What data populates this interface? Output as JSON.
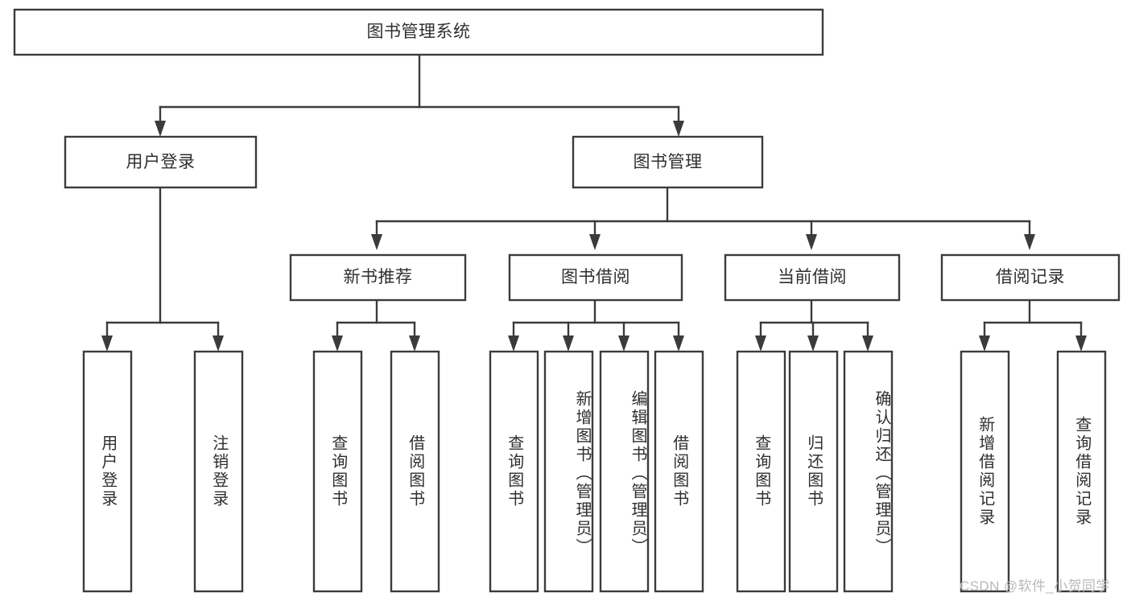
{
  "diagram": {
    "type": "tree-hierarchy-chart",
    "title": "图书管理系统",
    "orientation": "top-down",
    "root": {
      "id": "root",
      "label": "图书管理系统",
      "text_orientation": "horizontal"
    },
    "level2": [
      {
        "id": "user-login",
        "label": "用户登录",
        "text_orientation": "horizontal"
      },
      {
        "id": "book-management",
        "label": "图书管理",
        "text_orientation": "horizontal"
      }
    ],
    "level3": [
      {
        "id": "new-book-recommend",
        "label": "新书推荐",
        "parent": "book-management",
        "text_orientation": "horizontal"
      },
      {
        "id": "book-borrow",
        "label": "图书借阅",
        "parent": "book-management",
        "text_orientation": "horizontal"
      },
      {
        "id": "current-borrow",
        "label": "当前借阅",
        "parent": "book-management",
        "text_orientation": "horizontal"
      },
      {
        "id": "borrow-records",
        "label": "借阅记录",
        "parent": "book-management",
        "text_orientation": "horizontal"
      }
    ],
    "leaves": [
      {
        "id": "leaf-user-login",
        "label": "用户登录",
        "parent": "user-login",
        "text_orientation": "vertical"
      },
      {
        "id": "leaf-logout",
        "label": "注销登录",
        "parent": "user-login",
        "text_orientation": "vertical"
      },
      {
        "id": "leaf-query-book-1",
        "label": "查询图书",
        "parent": "new-book-recommend",
        "text_orientation": "vertical"
      },
      {
        "id": "leaf-borrow-book-1",
        "label": "借阅图书",
        "parent": "new-book-recommend",
        "text_orientation": "vertical"
      },
      {
        "id": "leaf-query-book-2",
        "label": "查询图书",
        "parent": "book-borrow",
        "text_orientation": "vertical"
      },
      {
        "id": "leaf-add-book",
        "label": "新增图书（管理员）",
        "parent": "book-borrow",
        "text_orientation": "vertical"
      },
      {
        "id": "leaf-edit-book",
        "label": "编辑图书（管理员）",
        "parent": "book-borrow",
        "text_orientation": "vertical"
      },
      {
        "id": "leaf-borrow-book-2",
        "label": "借阅图书",
        "parent": "book-borrow",
        "text_orientation": "vertical"
      },
      {
        "id": "leaf-query-book-3",
        "label": "查询图书",
        "parent": "current-borrow",
        "text_orientation": "vertical"
      },
      {
        "id": "leaf-return-book",
        "label": "归还图书",
        "parent": "current-borrow",
        "text_orientation": "vertical"
      },
      {
        "id": "leaf-confirm-return",
        "label": "确认归还（管理员）",
        "parent": "current-borrow",
        "text_orientation": "vertical"
      },
      {
        "id": "leaf-add-record",
        "label": "新增借阅记录",
        "parent": "borrow-records",
        "text_orientation": "vertical"
      },
      {
        "id": "leaf-query-record",
        "label": "查询借阅记录",
        "parent": "borrow-records",
        "text_orientation": "vertical"
      }
    ],
    "colors": {
      "background": "#ffffff",
      "box_fill": "#ffffff",
      "box_stroke": "#3b3b3b",
      "connector": "#3b3b3b",
      "text": "#2f2f2f",
      "watermark": "#b9b9b9"
    }
  },
  "watermark": {
    "text": "CSDN @软件_小贺同学"
  }
}
